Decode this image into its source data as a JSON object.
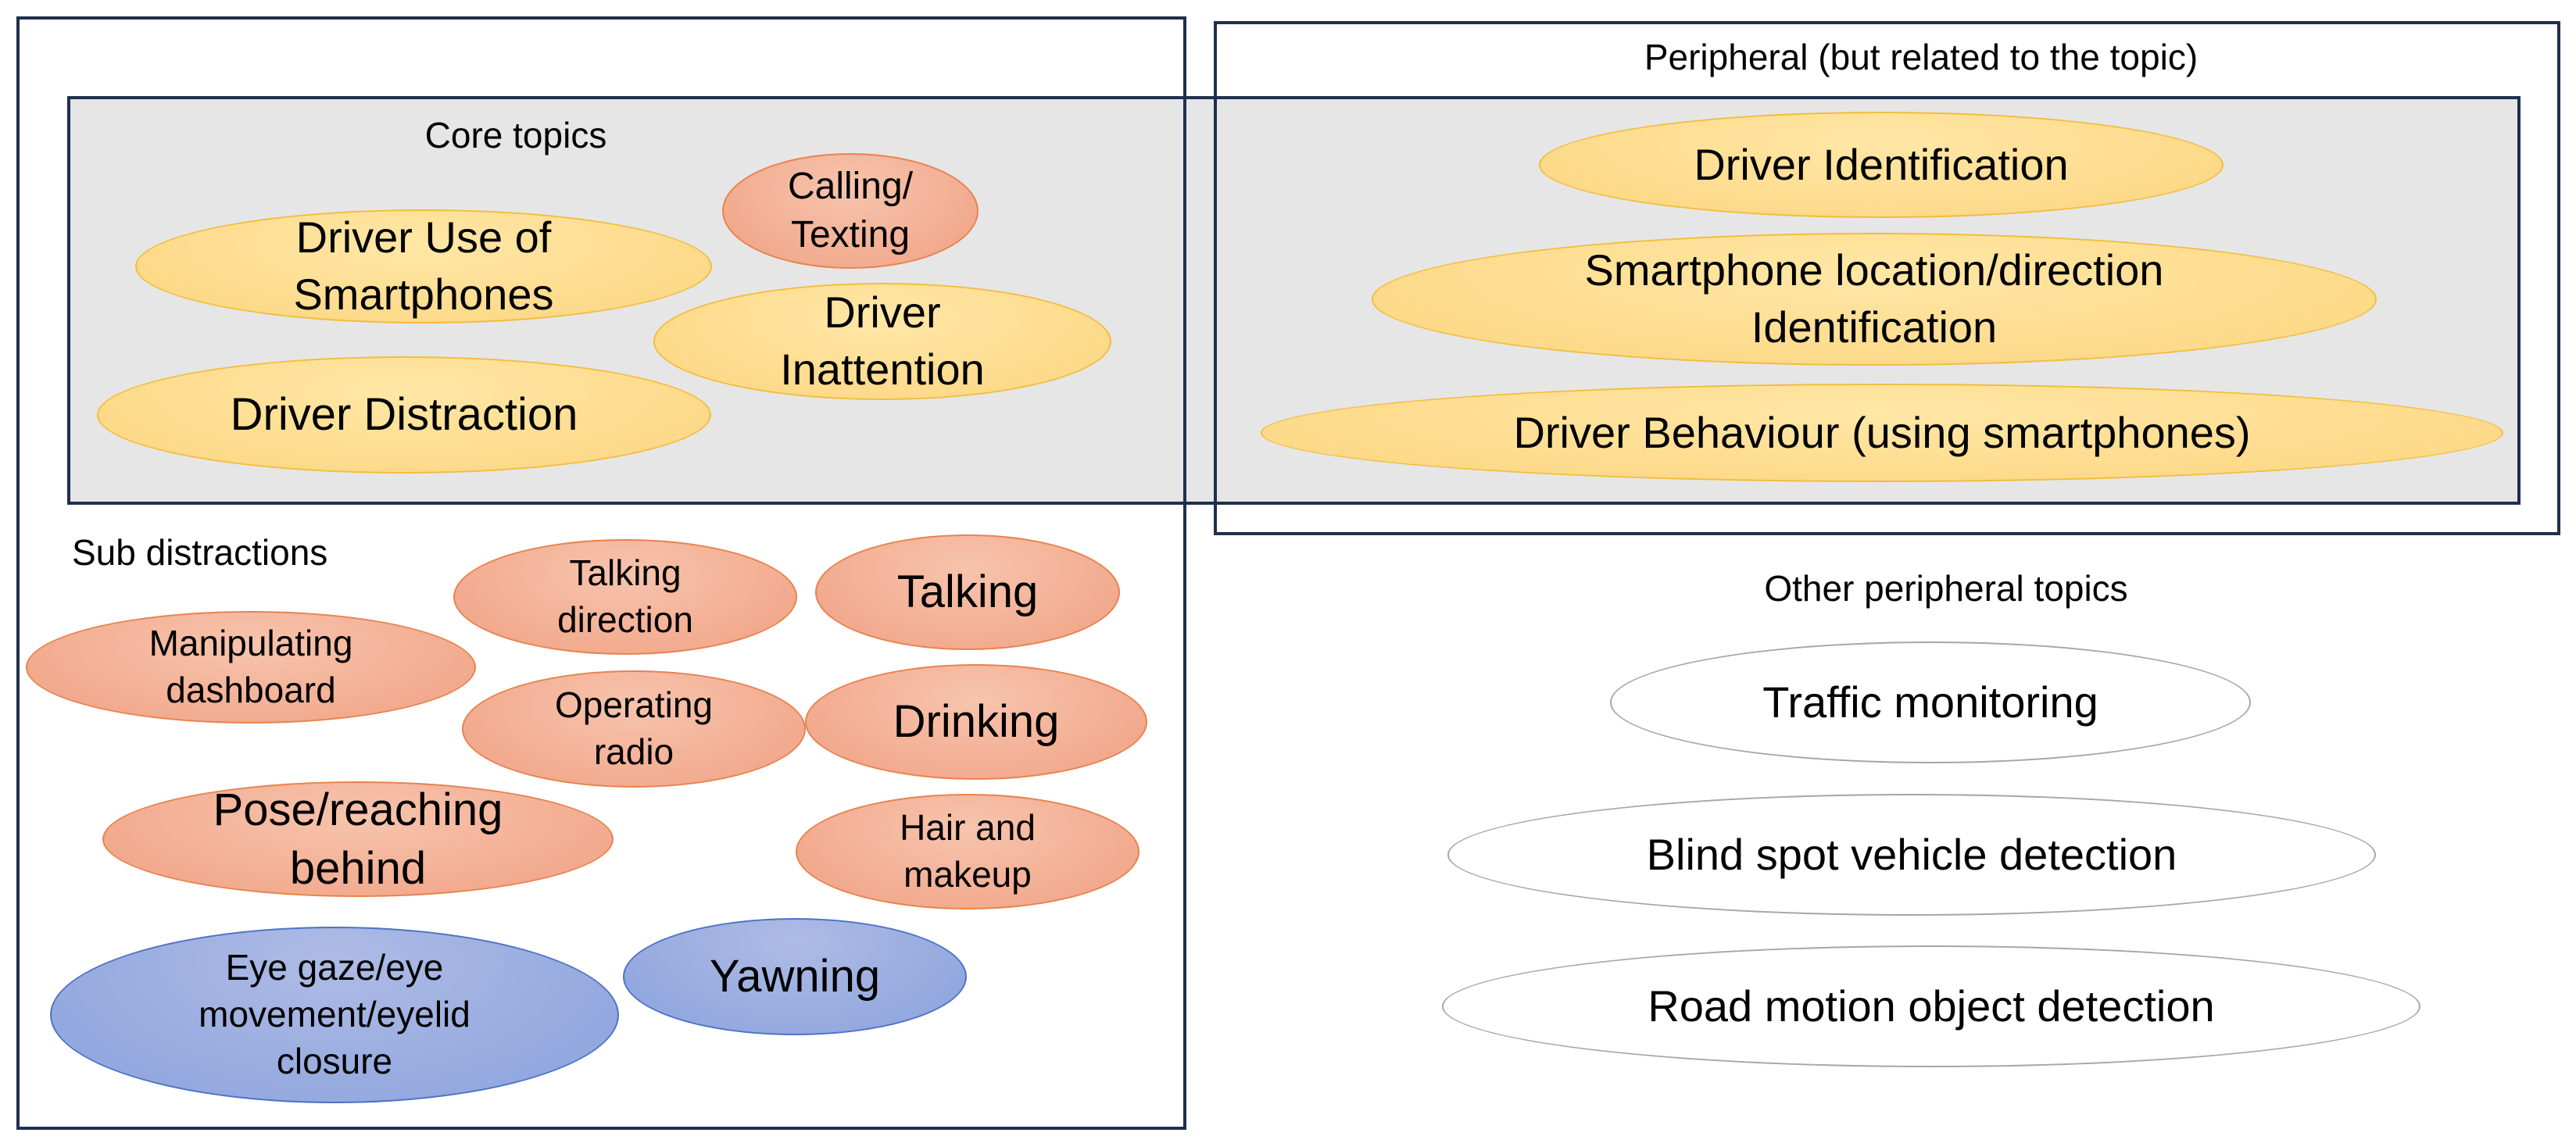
{
  "regions": {
    "core_label": "Core topics",
    "peripheral_label": "Peripheral (but related to the topic)",
    "sub_label": "Sub distractions",
    "other_label": "Other peripheral topics"
  },
  "core": {
    "use_of_smartphones": "Driver Use of\nSmartphones",
    "calling_texting": "Calling/\nTexting",
    "inattention": "Driver\nInattention",
    "distraction": "Driver Distraction"
  },
  "peripheral": {
    "identification": "Driver Identification",
    "smartphone_location": "Smartphone location/direction\nIdentification",
    "behaviour": "Driver Behaviour (using smartphones)"
  },
  "sub": {
    "talking_direction": "Talking\ndirection",
    "talking": "Talking",
    "manipulating_dashboard": "Manipulating\ndashboard",
    "operating_radio": "Operating\nradio",
    "drinking": "Drinking",
    "pose_reaching": "Pose/reaching\nbehind",
    "hair_makeup": "Hair and\nmakeup",
    "eye_gaze": "Eye gaze/eye\nmovement/eyelid\nclosure",
    "yawning": "Yawning"
  },
  "other": {
    "traffic": "Traffic monitoring",
    "blind_spot": "Blind spot vehicle detection",
    "road_motion": "Road motion object detection"
  },
  "colors": {
    "frame": "#1f2f4f",
    "band": "#e6e6e6",
    "core_fill": "#fcd57f",
    "sub_fill": "#f0a183",
    "fatigue_fill": "#8aa2dd",
    "other_fill": "#ffffff"
  }
}
